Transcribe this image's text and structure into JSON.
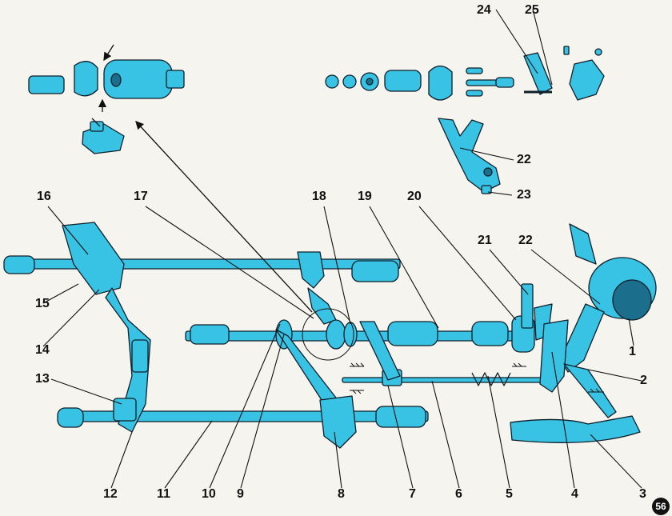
{
  "labels": {
    "l1": "1",
    "l2": "2",
    "l3": "3",
    "l4": "4",
    "l5": "5",
    "l6": "6",
    "l7": "7",
    "l8": "8",
    "l9": "9",
    "l10": "10",
    "l11": "11",
    "l12": "12",
    "l13": "13",
    "l14": "14",
    "l15": "15",
    "l16": "16",
    "l17": "17",
    "l18": "18",
    "l19": "19",
    "l20": "20",
    "l21": "21",
    "l22a": "22",
    "l22b": "22",
    "l23": "23",
    "l24": "24",
    "l25": "25"
  },
  "page_number": "56",
  "colors": {
    "part": "#38c2e3",
    "part_dark": "#1b6f8c",
    "outline": "#0d1f2a",
    "leader": "#111111"
  }
}
